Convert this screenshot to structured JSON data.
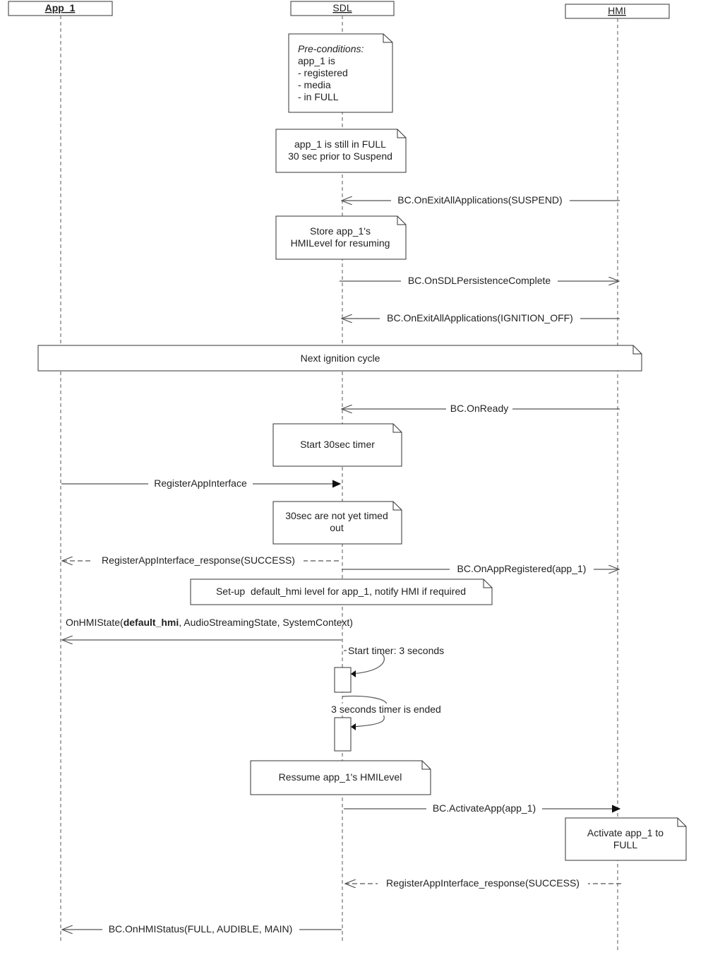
{
  "lifelines": {
    "app": "App_1",
    "sdl": "SDL",
    "hmi": "HMI"
  },
  "notes": {
    "preconditions": {
      "title": "Pre-conditions:",
      "lines": [
        "app_1 is",
        "- registered",
        "- media",
        "- in FULL"
      ]
    },
    "still_full": [
      "app_1 is still in FULL",
      "30 sec prior to Suspend"
    ],
    "store_level": [
      "Store app_1's",
      "HMILevel for resuming"
    ],
    "next_ignition": "Next ignition cycle",
    "start_timer_30": "Start 30sec timer",
    "not_timed_out": [
      "30sec are not yet timed",
      "out"
    ],
    "setup_default": "Set-up  default_hmi level for app_1, notify HMI if required",
    "resume_level": "Ressume app_1's HMILevel",
    "activate_full": [
      "Activate app_1 to",
      "FULL"
    ]
  },
  "messages": {
    "exit_suspend": "BC.OnExitAllApplications(SUSPEND)",
    "persistence_complete": "BC.OnSDLPersistenceComplete",
    "exit_ignition_off": "BC.OnExitAllApplications(IGNITION_OFF)",
    "on_ready": "BC.OnReady",
    "register_app": "RegisterAppInterface",
    "register_response_app": "RegisterAppInterface_response(SUCCESS)",
    "on_app_registered": "BC.OnAppRegistered(app_1)",
    "on_hmi_state": {
      "prefix": "OnHMIState(",
      "bold": "default_hmi",
      "suffix": ", AudioStreamingState, SystemContext)"
    },
    "start_timer_3": "Start timer: 3 seconds",
    "timer_ended": "3 seconds timer is ended",
    "activate_app": "BC.ActivateApp(app_1)",
    "register_response_hmi": "RegisterAppInterface_response(SUCCESS)",
    "on_hmi_status": "BC.OnHMIStatus(FULL, AUDIBLE, MAIN)"
  },
  "colors": {
    "line": "#555555",
    "text": "#222222",
    "note_fill": "#ffffff"
  }
}
